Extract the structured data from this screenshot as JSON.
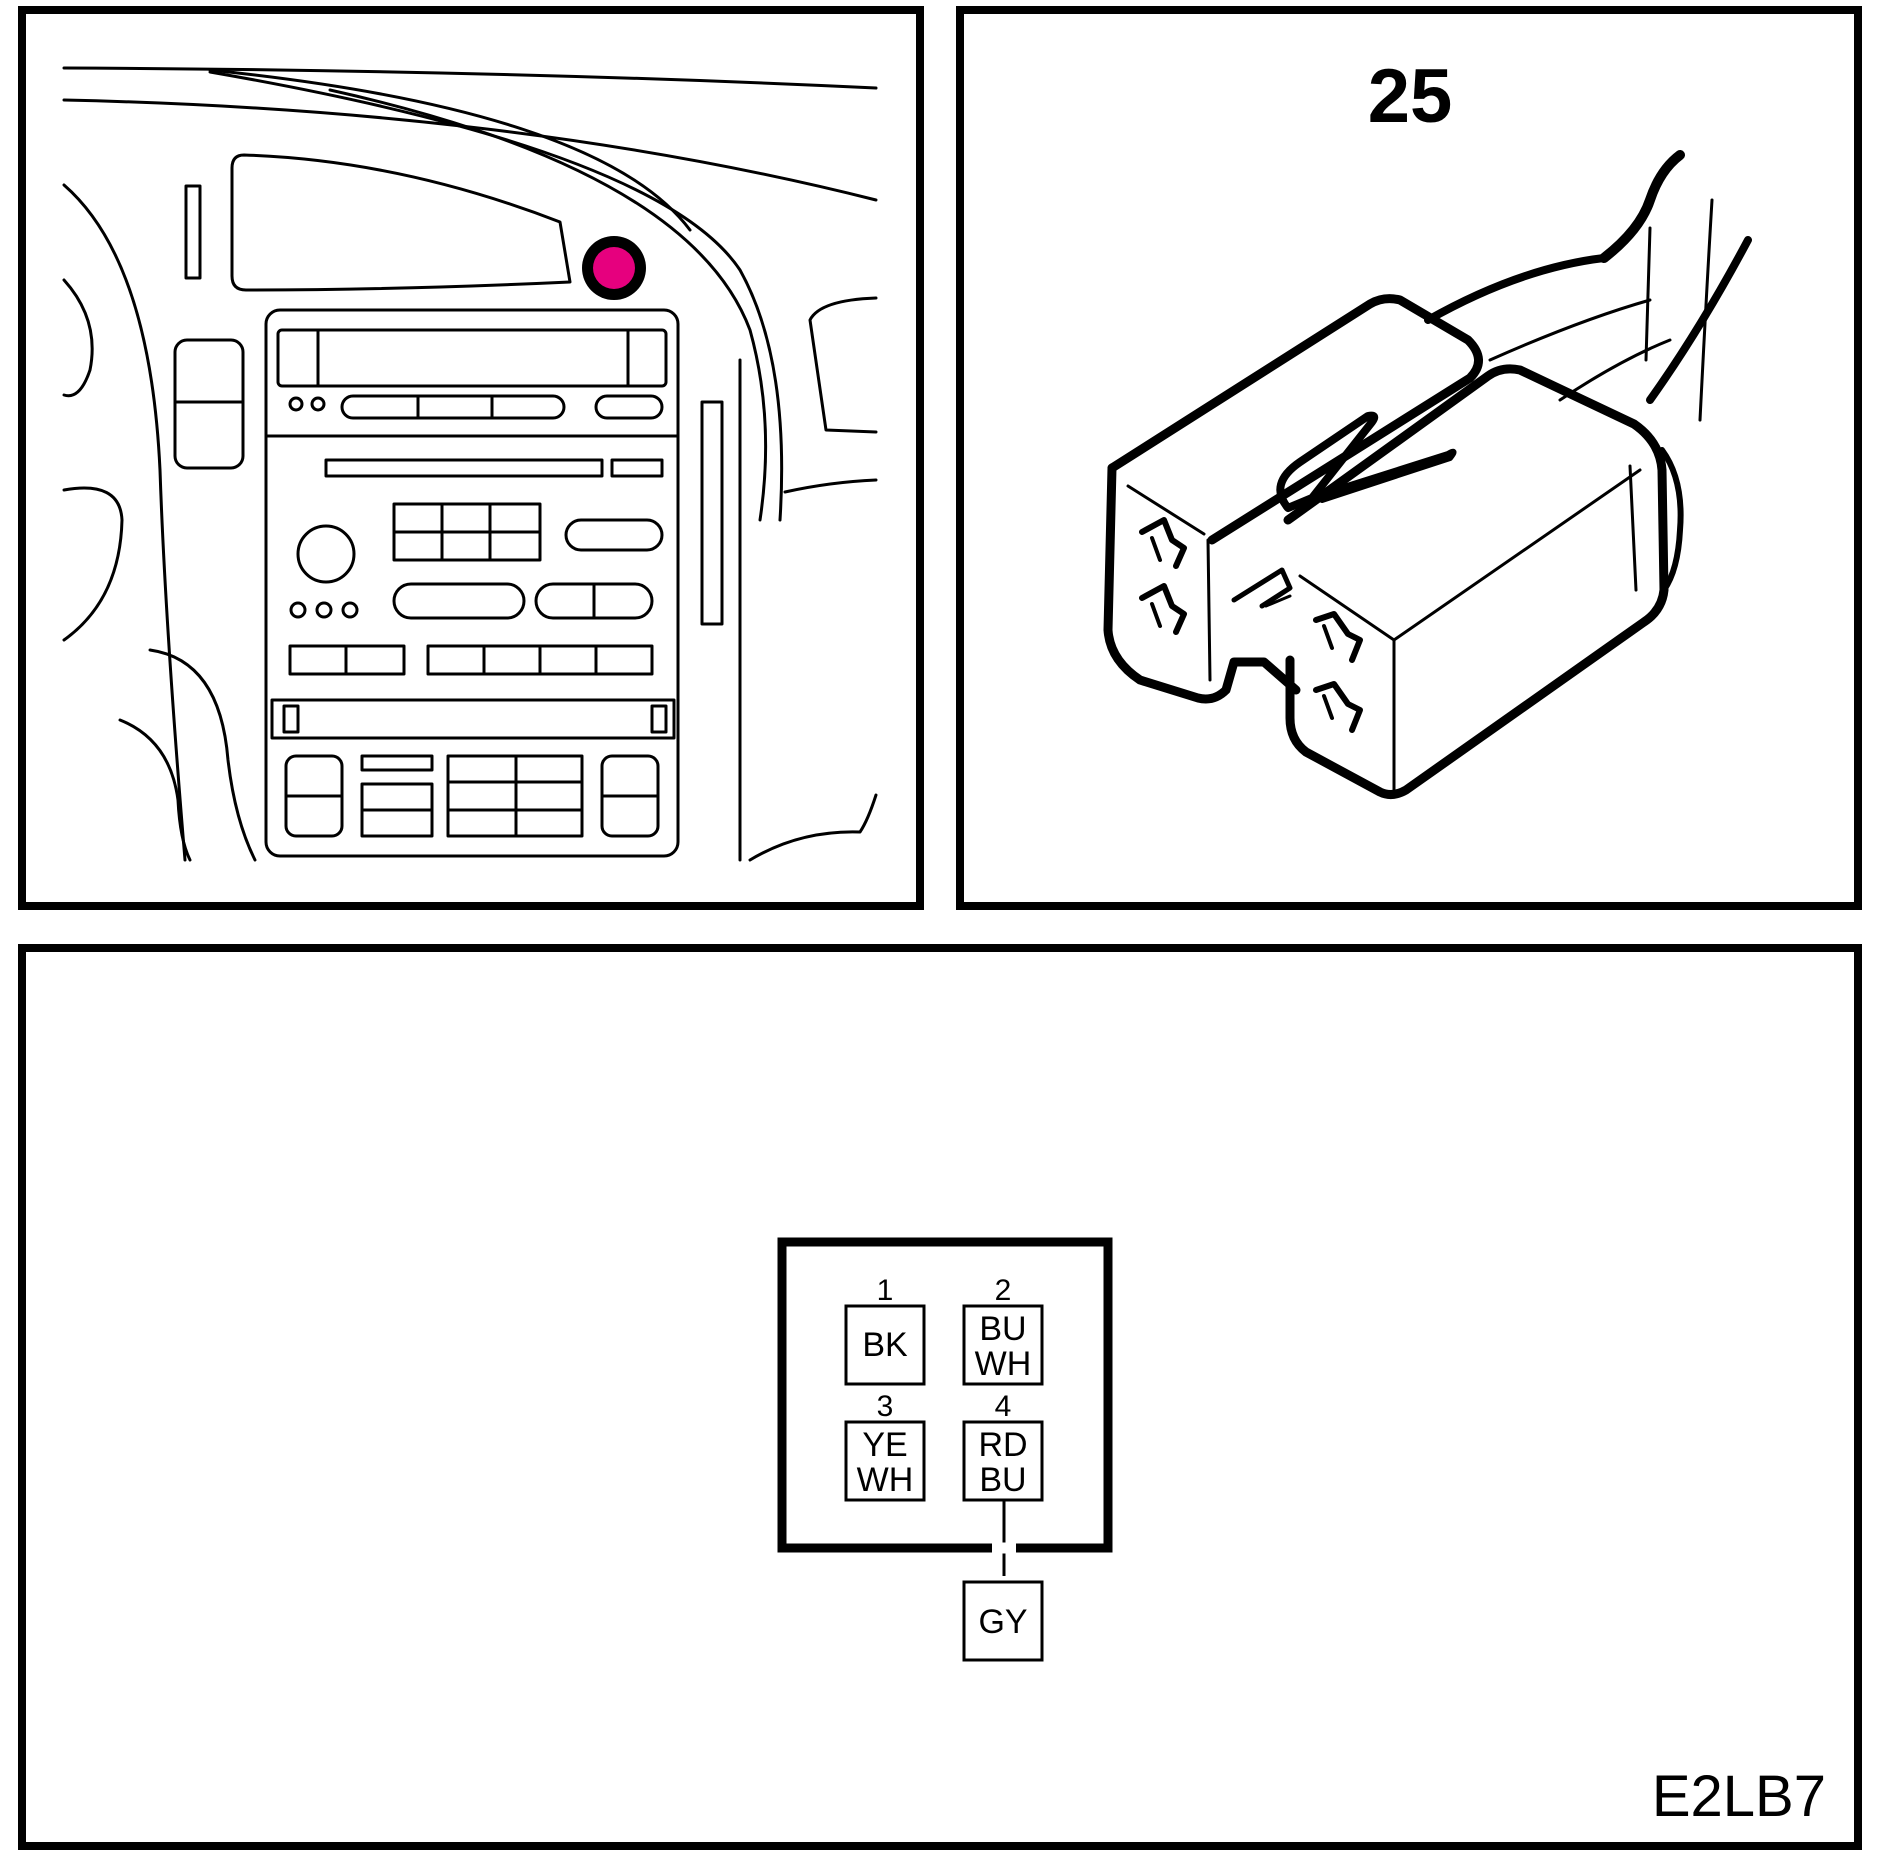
{
  "connector_number": "25",
  "location_marker_color": "#e6007e",
  "pinout": {
    "pins": [
      {
        "number": "1",
        "wire": [
          "BK"
        ]
      },
      {
        "number": "2",
        "wire": [
          "BU",
          "WH"
        ]
      },
      {
        "number": "3",
        "wire": [
          "YE",
          "WH"
        ]
      },
      {
        "number": "4",
        "wire": [
          "RD",
          "BU"
        ]
      }
    ],
    "splice": {
      "wire": "GY",
      "from_pin": "4"
    }
  },
  "figure_code": "E2LB7"
}
